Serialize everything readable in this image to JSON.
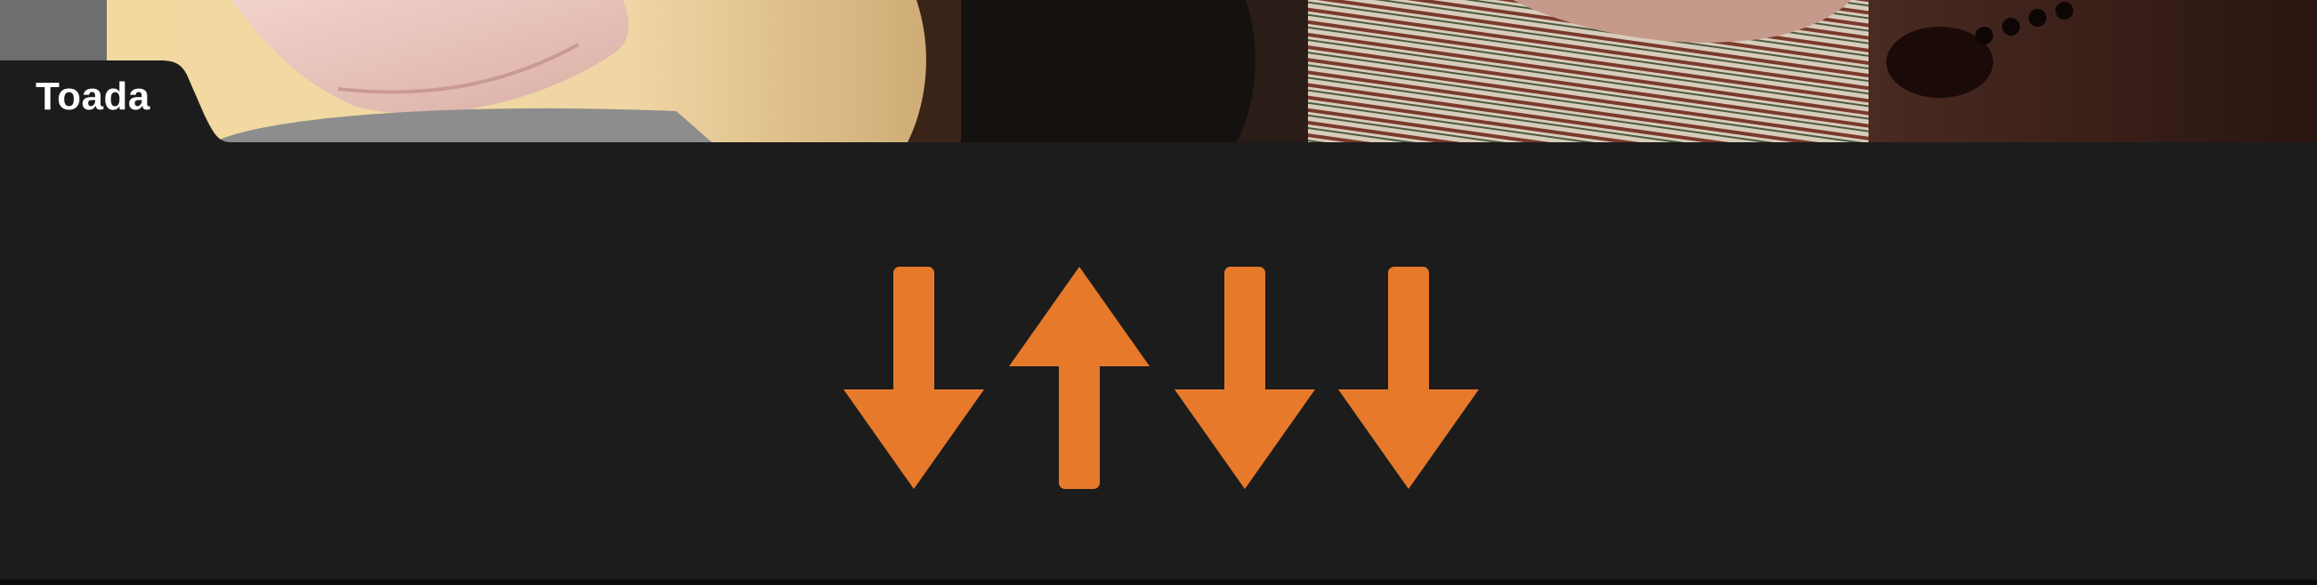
{
  "section": {
    "label": "Toada"
  },
  "strum_pattern": {
    "arrows": [
      {
        "direction": "down",
        "icon": "arrow-down-icon"
      },
      {
        "direction": "up",
        "icon": "arrow-up-icon"
      },
      {
        "direction": "down",
        "icon": "arrow-down-icon"
      },
      {
        "direction": "down",
        "icon": "arrow-down-icon"
      }
    ],
    "color": "#e77a2a"
  },
  "colors": {
    "background": "#1c1c1c",
    "tab_background": "#1c1c1c",
    "tab_text": "#ffffff"
  }
}
